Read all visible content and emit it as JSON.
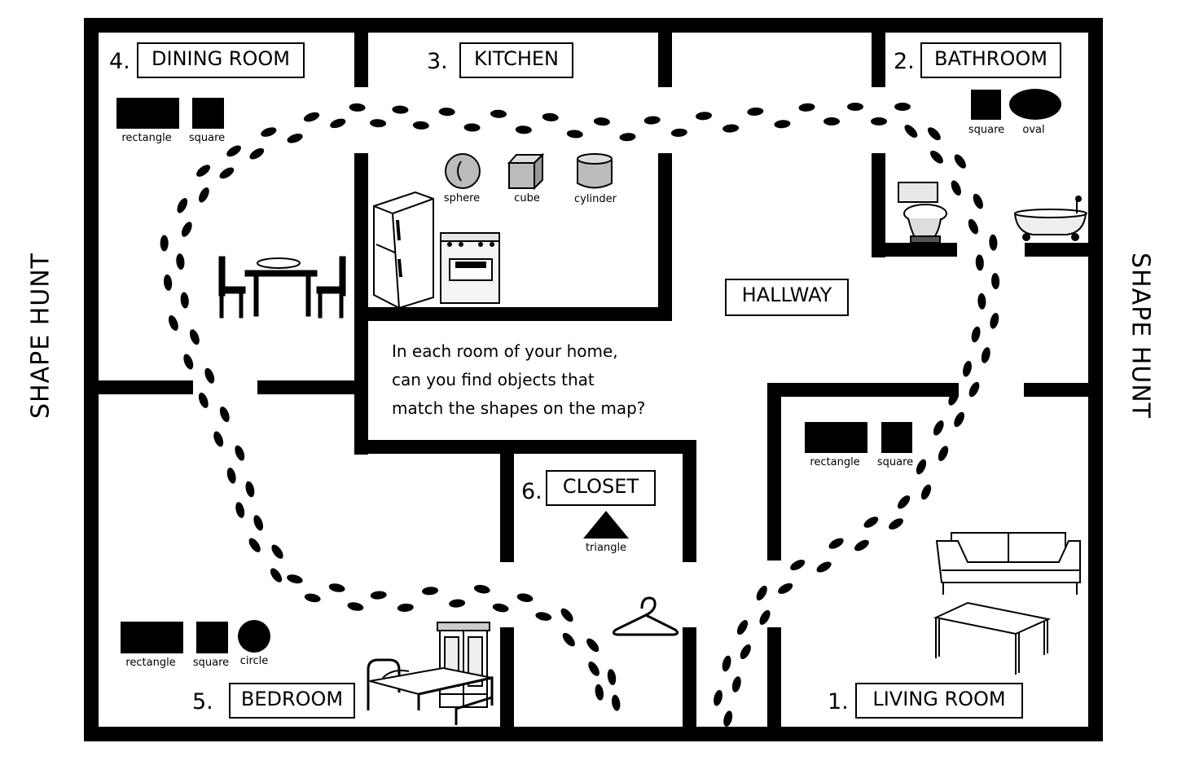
{
  "side_titles": {
    "left": "SHAPE HUNT",
    "right": "SHAPE HUNT"
  },
  "prompt": {
    "line1": "In each room of your home,",
    "line2": "can you find objects that",
    "line3": "match the shapes on the map?"
  },
  "rooms": {
    "living_room": {
      "number": "1.",
      "label": "LIVING ROOM",
      "shapes": [
        "rectangle",
        "square"
      ]
    },
    "bathroom": {
      "number": "2.",
      "label": "BATHROOM",
      "shapes": [
        "square",
        "oval"
      ]
    },
    "kitchen": {
      "number": "3.",
      "label": "KITCHEN",
      "shapes": [
        "sphere",
        "cube",
        "cylinder"
      ]
    },
    "dining_room": {
      "number": "4.",
      "label": "DINING ROOM",
      "shapes": [
        "rectangle",
        "square"
      ]
    },
    "bedroom": {
      "number": "5.",
      "label": "BEDROOM",
      "shapes": [
        "rectangle",
        "square",
        "circle"
      ]
    },
    "closet": {
      "number": "6.",
      "label": "CLOSET",
      "shapes": [
        "triangle"
      ]
    },
    "hallway": {
      "label": "HALLWAY"
    }
  },
  "icons": [
    "footprint-trail",
    "dining-table-icon",
    "refrigerator-icon",
    "stove-icon",
    "toilet-icon",
    "bathtub-icon",
    "sofa-icon",
    "coffee-table-icon",
    "bed-icon",
    "wardrobe-icon",
    "hanger-icon"
  ],
  "colors": {
    "wall": "#000000",
    "background": "#ffffff",
    "shape_fill": "#000000",
    "solid_gray": "#bbbbbb"
  }
}
